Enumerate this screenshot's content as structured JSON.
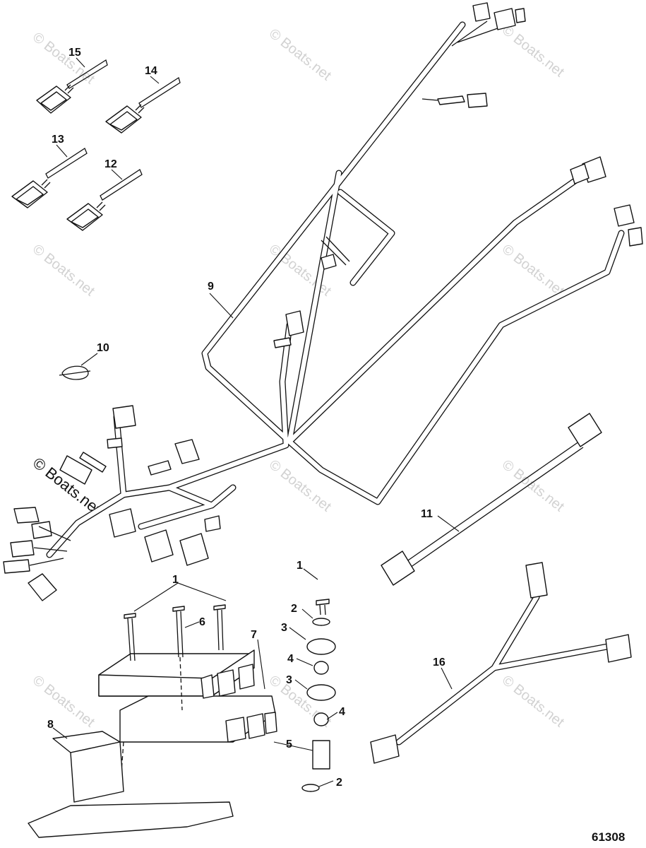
{
  "diagram": {
    "reference_number": "61308",
    "watermark_text": "© Boats.net",
    "callouts": {
      "c1a": "1",
      "c1b": "1",
      "c2a": "2",
      "c2b": "2",
      "c3a": "3",
      "c3b": "3",
      "c4a": "4",
      "c4b": "4",
      "c5": "5",
      "c6": "6",
      "c7": "7",
      "c8": "8",
      "c9": "9",
      "c10": "10",
      "c11": "11",
      "c12": "12",
      "c13": "13",
      "c14": "14",
      "c15": "15",
      "c16": "16"
    }
  }
}
